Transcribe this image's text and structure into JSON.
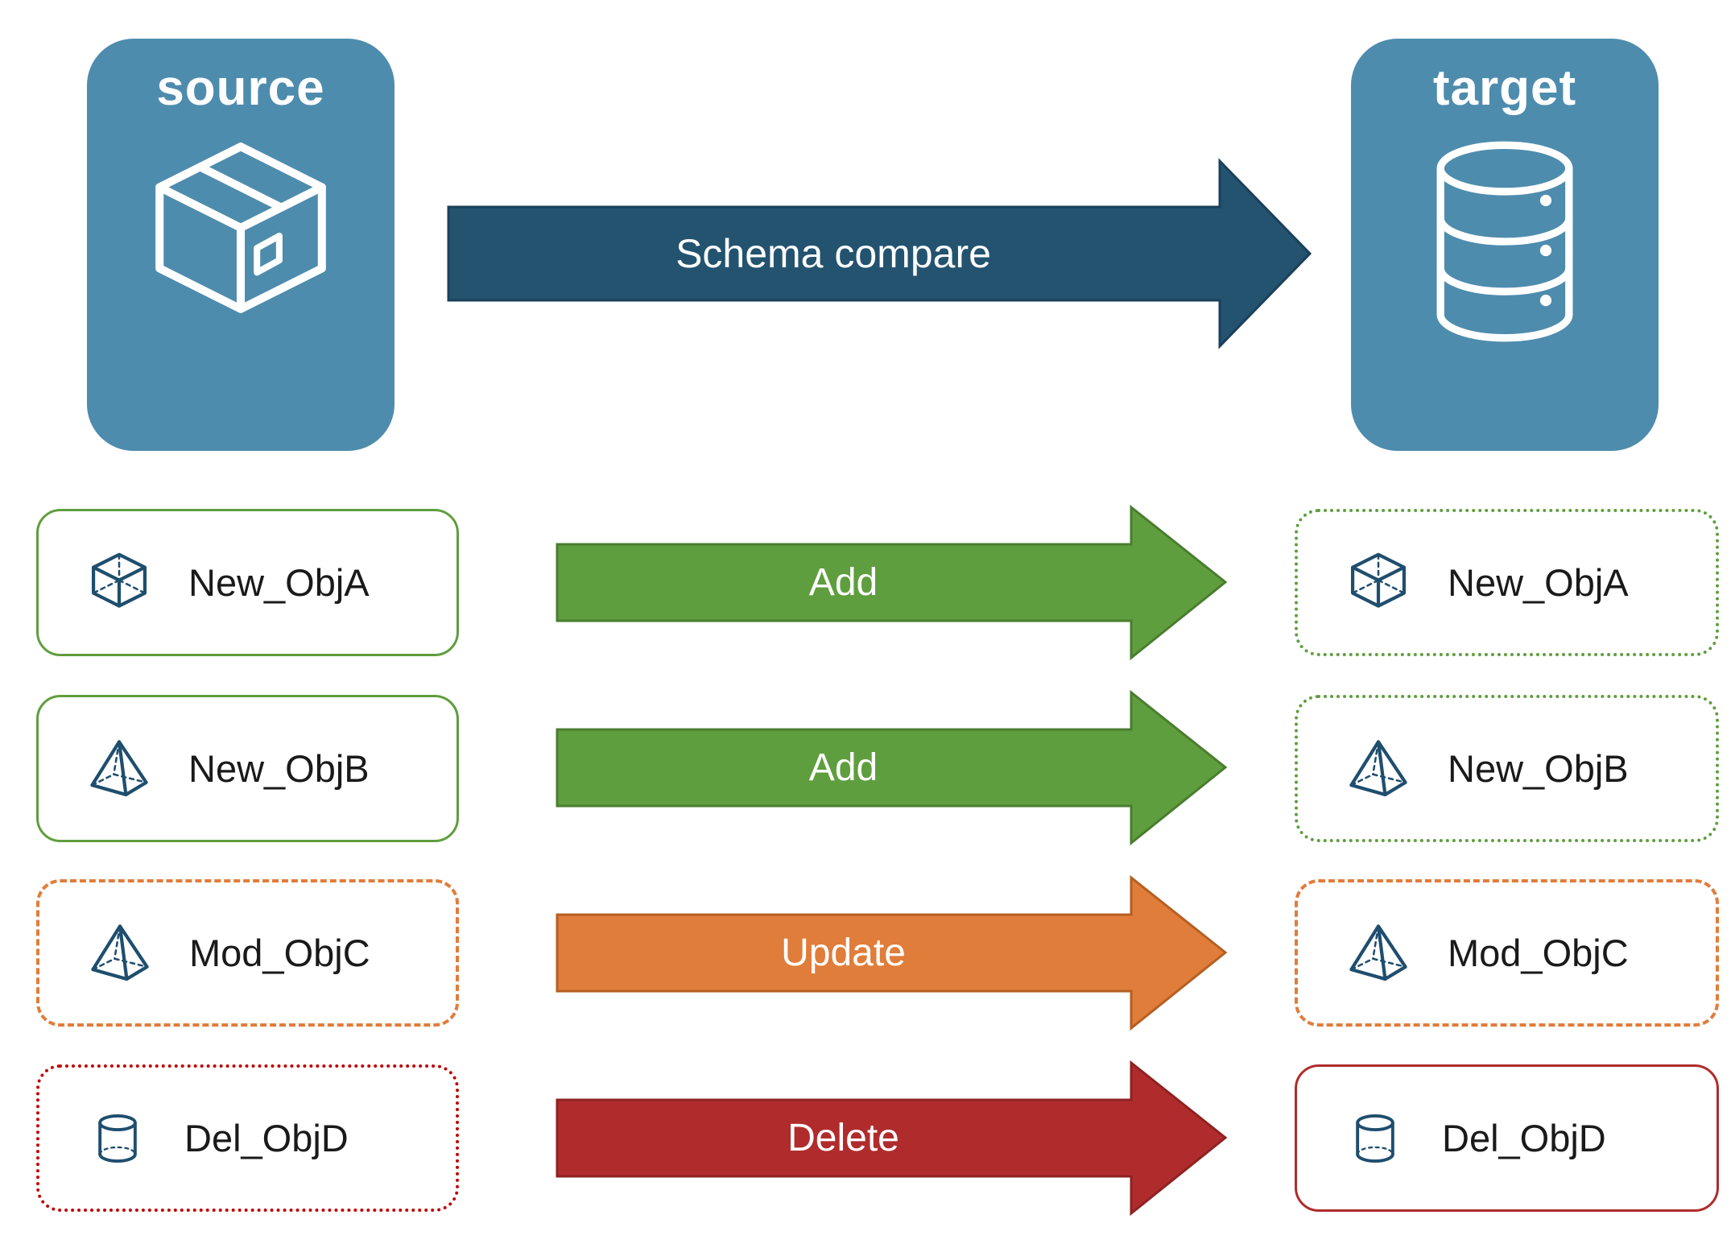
{
  "palette": {
    "panel_blue": "#4E8CAD",
    "compare_blue": "#23536F",
    "add_green": "#5F9E3E",
    "update_orange": "#E07D3B",
    "delete_red": "#B02C2C",
    "icon_navy": "#1F4E6E",
    "dotted_red_border": "#C00000"
  },
  "source_panel": {
    "title": "source",
    "icon": "package-icon"
  },
  "target_panel": {
    "title": "target",
    "icon": "database-icon"
  },
  "compare_arrow": {
    "label": "Schema compare",
    "color": "#23536F"
  },
  "rows": [
    {
      "source": {
        "label": "New_ObjA",
        "icon": "cube-icon",
        "border": "solid-green"
      },
      "action": {
        "label": "Add",
        "color": "#5F9E3E"
      },
      "target": {
        "label": "New_ObjA",
        "icon": "cube-icon",
        "border": "dotted-green"
      }
    },
    {
      "source": {
        "label": "New_ObjB",
        "icon": "pyramid-icon",
        "border": "solid-green"
      },
      "action": {
        "label": "Add",
        "color": "#5F9E3E"
      },
      "target": {
        "label": "New_ObjB",
        "icon": "pyramid-icon",
        "border": "dotted-green"
      }
    },
    {
      "source": {
        "label": "Mod_ObjC",
        "icon": "pyramid-icon",
        "border": "dashed-orange"
      },
      "action": {
        "label": "Update",
        "color": "#E07D3B"
      },
      "target": {
        "label": "Mod_ObjC",
        "icon": "pyramid-icon",
        "border": "dashed-orange"
      }
    },
    {
      "source": {
        "label": "Del_ObjD",
        "icon": "cylinder-icon",
        "border": "dotted-red"
      },
      "action": {
        "label": "Delete",
        "color": "#B02C2C"
      },
      "target": {
        "label": "Del_ObjD",
        "icon": "cylinder-icon",
        "border": "solid-red"
      }
    }
  ]
}
